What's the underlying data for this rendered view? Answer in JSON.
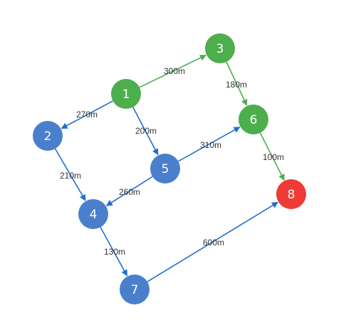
{
  "colors": {
    "green": "#4cae4c",
    "blue": "#4a7fcc",
    "red": "#ef3b35",
    "green_edge": "#4cae4c",
    "blue_edge": "#1e6fd0"
  },
  "graph": {
    "nodes": [
      {
        "id": "1",
        "label": "1",
        "color": "green"
      },
      {
        "id": "2",
        "label": "2",
        "color": "blue"
      },
      {
        "id": "3",
        "label": "3",
        "color": "green"
      },
      {
        "id": "4",
        "label": "4",
        "color": "blue"
      },
      {
        "id": "5",
        "label": "5",
        "color": "blue"
      },
      {
        "id": "6",
        "label": "6",
        "color": "green"
      },
      {
        "id": "7",
        "label": "7",
        "color": "blue"
      },
      {
        "id": "8",
        "label": "8",
        "color": "red"
      }
    ],
    "edges": [
      {
        "from": "1",
        "to": "3",
        "label": "300m",
        "color": "green_edge"
      },
      {
        "from": "3",
        "to": "6",
        "label": "180m",
        "color": "green_edge"
      },
      {
        "from": "6",
        "to": "8",
        "label": "100m",
        "color": "green_edge"
      },
      {
        "from": "1",
        "to": "2",
        "label": "270m",
        "color": "blue_edge"
      },
      {
        "from": "1",
        "to": "5",
        "label": "200m",
        "color": "blue_edge"
      },
      {
        "from": "2",
        "to": "4",
        "label": "210m",
        "color": "blue_edge"
      },
      {
        "from": "5",
        "to": "6",
        "label": "310m",
        "color": "blue_edge"
      },
      {
        "from": "5",
        "to": "4",
        "label": "260m",
        "color": "blue_edge"
      },
      {
        "from": "4",
        "to": "7",
        "label": "130m",
        "color": "blue_edge"
      },
      {
        "from": "7",
        "to": "8",
        "label": "600m",
        "color": "blue_edge"
      }
    ]
  }
}
